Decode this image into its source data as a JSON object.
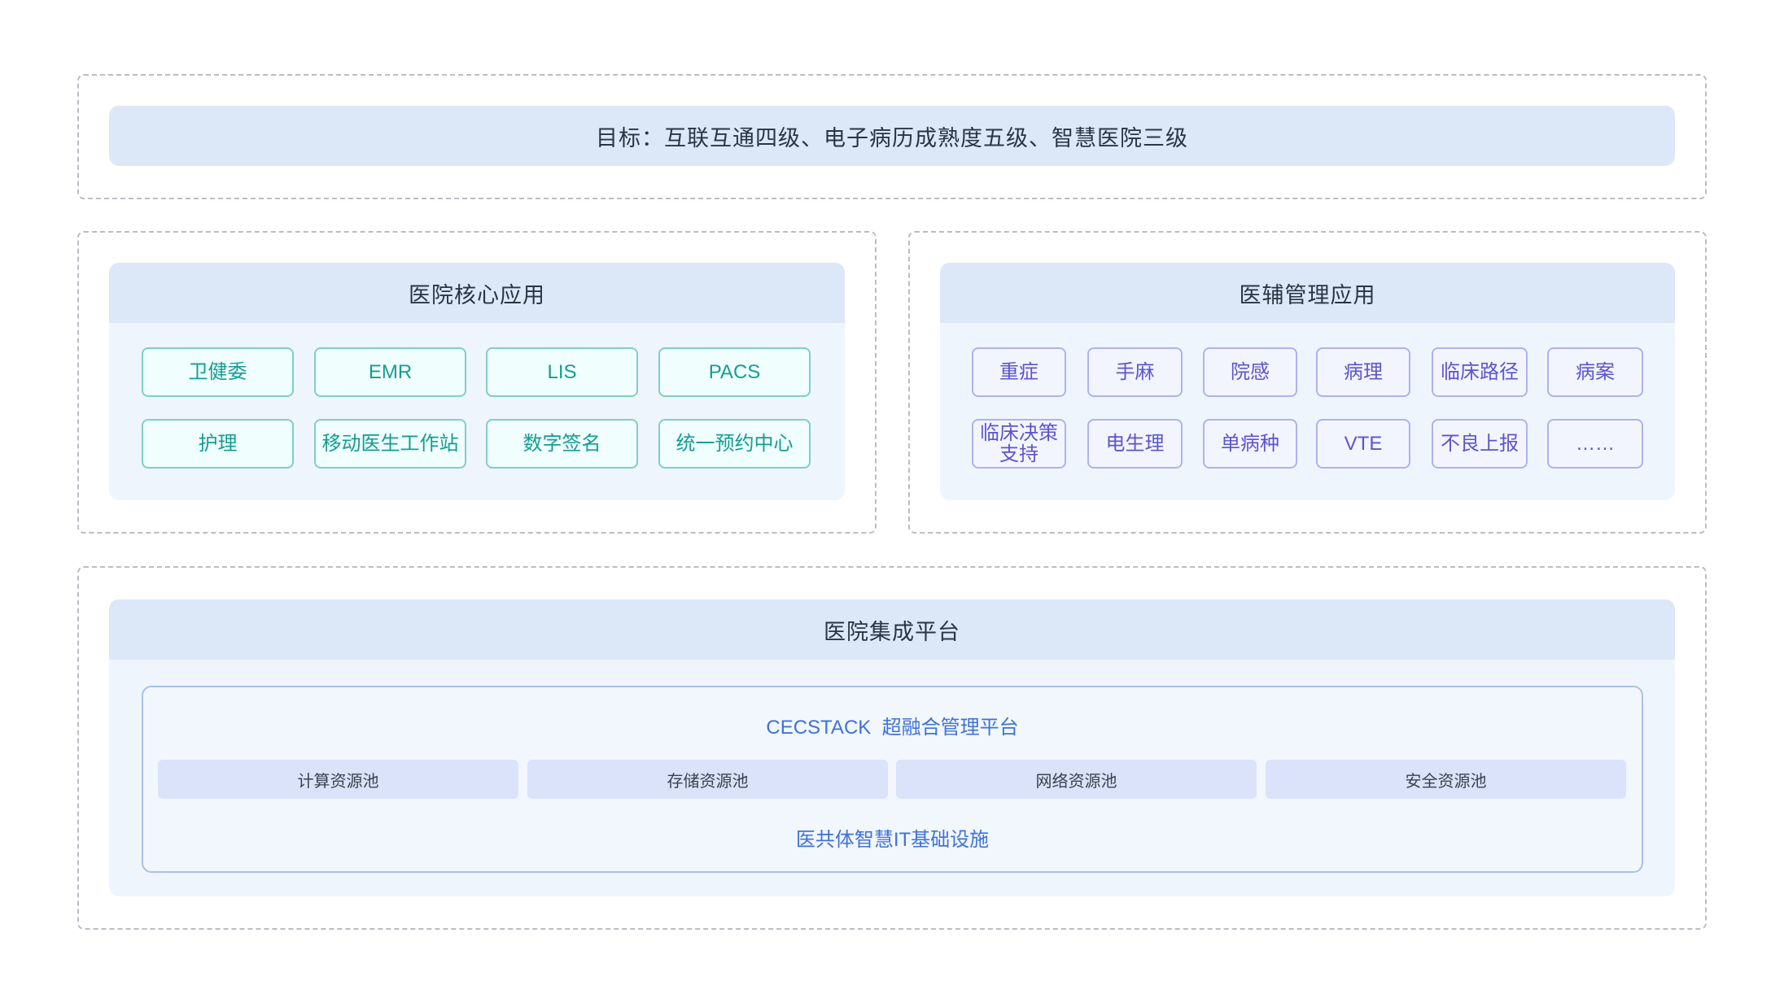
{
  "goal": {
    "text": "目标：互联互通四级、电子病历成熟度五级、智慧医院三级"
  },
  "core_apps": {
    "title": "医院核心应用",
    "items": [
      "卫健委",
      "EMR",
      "LIS",
      "PACS",
      "护理",
      "移动医生工作站",
      "数字签名",
      "统一预约中心"
    ],
    "chip_color": "#139d93"
  },
  "aux_apps": {
    "title": "医辅管理应用",
    "items": [
      "重症",
      "手麻",
      "院感",
      "病理",
      "临床路径",
      "病案",
      "临床决策\n支持",
      "电生理",
      "单病种",
      "VTE",
      "不良上报",
      "……"
    ],
    "chip_color": "#5b55cf"
  },
  "platform": {
    "title": "医院集成平台",
    "cecstack_title": "CECSTACK  超融合管理平台",
    "pools": [
      "计算资源池",
      "存储资源池",
      "网络资源池",
      "安全资源池"
    ],
    "footer": "医共体智慧IT基础设施",
    "accent_color": "#3f72d8"
  }
}
